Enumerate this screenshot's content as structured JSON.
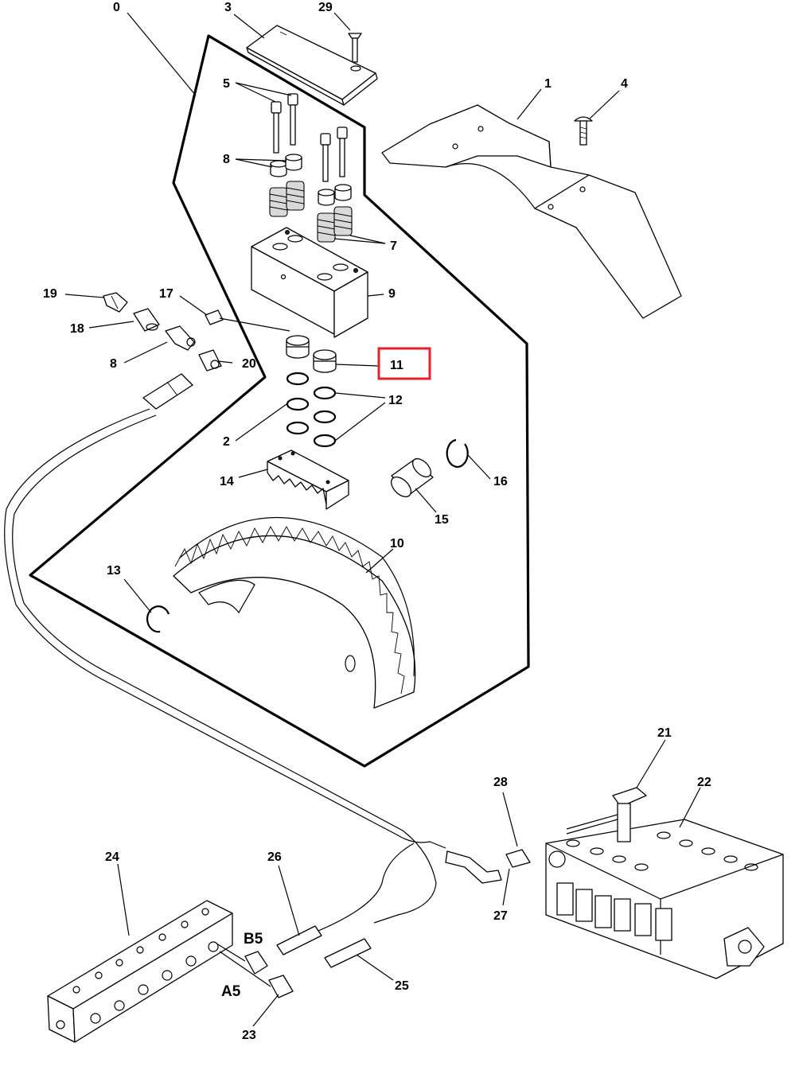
{
  "diagram": {
    "highlight_color": "#e8202a",
    "highlighted_callout": "11",
    "callouts": {
      "c0": "0",
      "c1": "1",
      "c2": "2",
      "c3": "3",
      "c4": "4",
      "c5": "5",
      "c7": "7",
      "c8a": "8",
      "c8b": "8",
      "c9": "9",
      "c10": "10",
      "c11": "11",
      "c12": "12",
      "c13": "13",
      "c14": "14",
      "c15": "15",
      "c16": "16",
      "c17": "17",
      "c18": "18",
      "c19": "19",
      "c20": "20",
      "c21": "21",
      "c22": "22",
      "c23": "23",
      "c24": "24",
      "c25": "25",
      "c26": "26",
      "c27": "27",
      "c28": "28",
      "c29": "29"
    },
    "port_labels": {
      "b5": "B5",
      "a5": "A5"
    }
  }
}
